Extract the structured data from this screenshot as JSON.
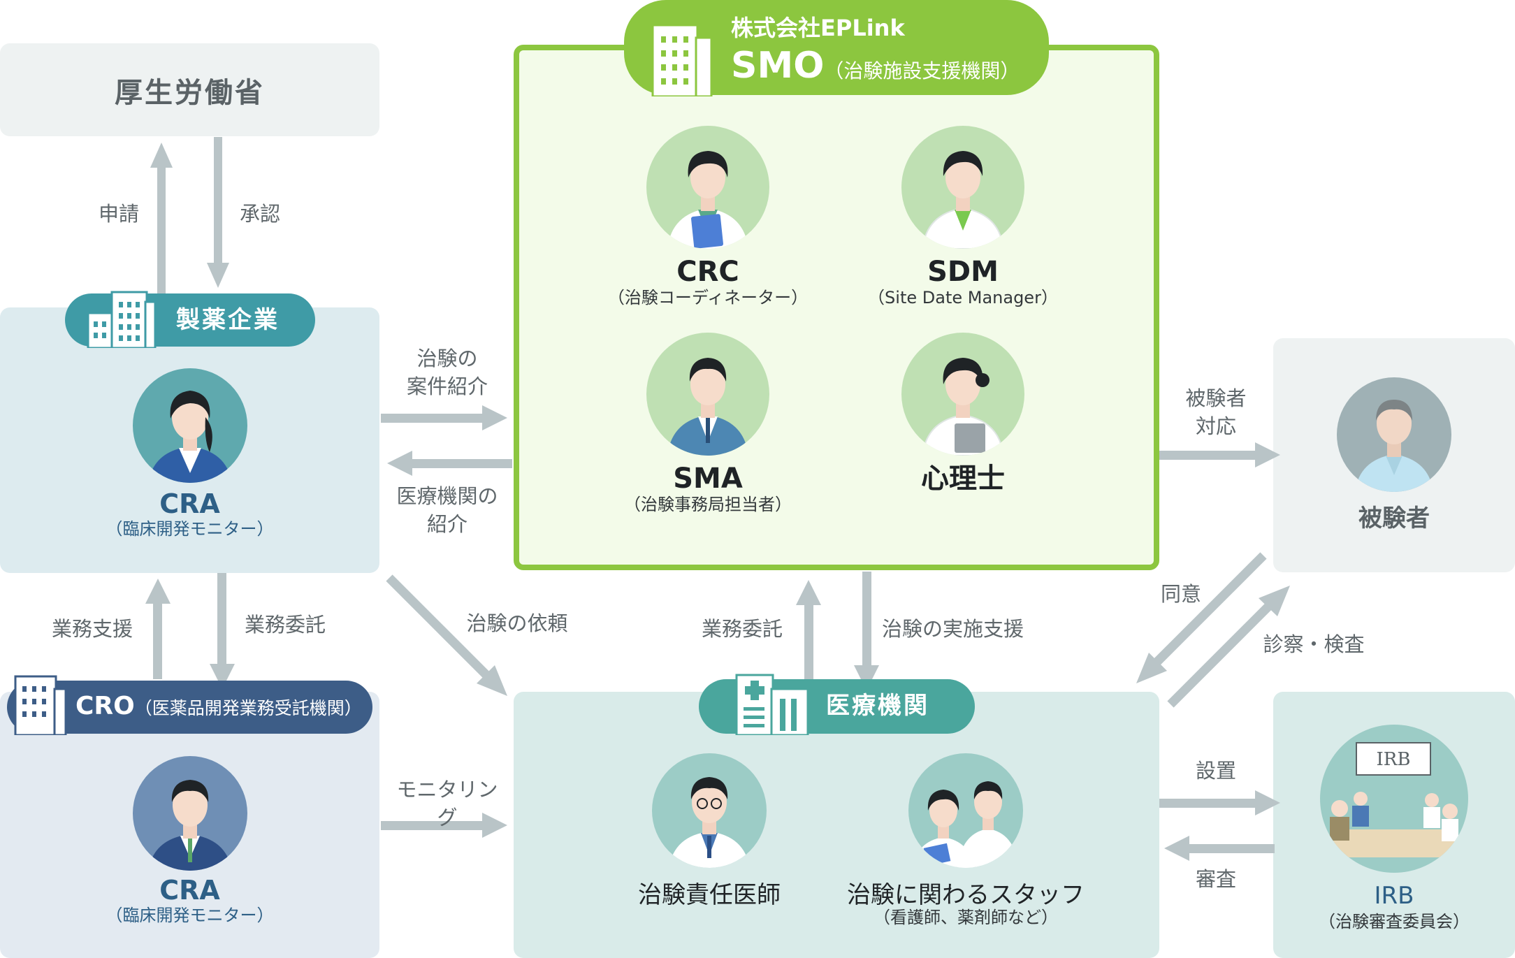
{
  "mhlw": {
    "title": "厚生労働省"
  },
  "flows": {
    "application": "申請",
    "approval": "承認",
    "trial_intro_1": "治験の",
    "trial_intro_2": "案件紹介",
    "medical_intro_1": "医療機関の",
    "medical_intro_2": "紹介",
    "request": "治験の依頼",
    "business_support": "業務支援",
    "business_commission_left": "業務委託",
    "monitoring": "モニタリング",
    "business_commission_mid": "業務委託",
    "implementation_support": "治験の実施支援",
    "subject_handling_1": "被験者",
    "subject_handling_2": "対応",
    "consent": "同意",
    "exam": "診察・検査",
    "setup": "設置",
    "review": "審査"
  },
  "pharma": {
    "label": "製薬企業",
    "role": "CRA",
    "role_sub": "（臨床開発モニター）"
  },
  "cro": {
    "label": "CRO",
    "label_sub": "（医薬品開発業務受託機関）",
    "role": "CRA",
    "role_sub": "（臨床開発モニター）"
  },
  "smo": {
    "company": "株式会社EPLink",
    "label": "SMO",
    "label_sub": "（治験施設支援機関）",
    "roles": [
      {
        "name": "CRC",
        "sub": "（治験コーディネーター）"
      },
      {
        "name": "SDM",
        "sub": "（Site Date Manager）"
      },
      {
        "name": "SMA",
        "sub": "（治験事務局担当者）"
      },
      {
        "name": "心理士",
        "sub": ""
      }
    ]
  },
  "subject": {
    "label": "被験者"
  },
  "hospital": {
    "label": "医療機関",
    "doctor": "治験責任医師",
    "staff": "治験に関わるスタッフ",
    "staff_sub": "（看護師、薬剤師など）"
  },
  "irb": {
    "sign": "IRB",
    "label": "IRB",
    "label_sub": "（治験審査委員会）"
  },
  "colors": {
    "green": "#8cc63f",
    "green_bg": "#f3fbe9",
    "teal": "#3f9ba6",
    "navy": "#3d5d87",
    "hospital_teal": "#4aa69d",
    "arrow": "#b9c4c7"
  },
  "icons": [
    "building-icon",
    "hospital-icon",
    "person-icon"
  ]
}
